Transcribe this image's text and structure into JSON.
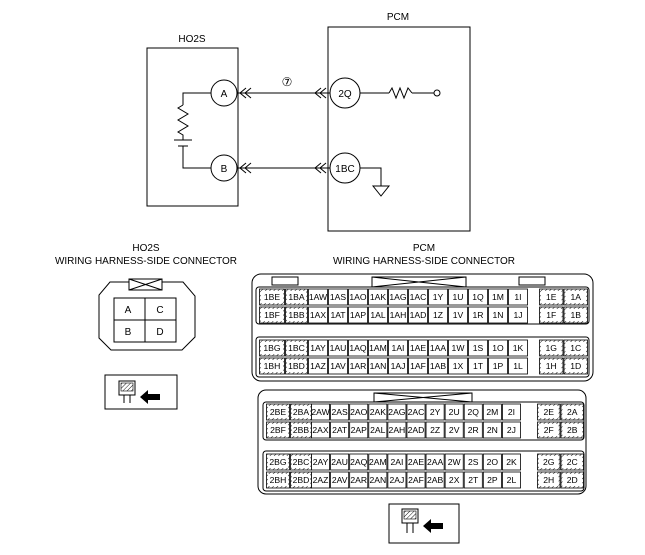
{
  "schematic": {
    "pcm_label": "PCM",
    "ho2s_label": "HO2S",
    "terminal_a": "A",
    "terminal_b": "B",
    "pcm_pin_top": "2Q",
    "pcm_pin_bottom": "1BC",
    "circuit_marker": "⑦"
  },
  "ho2s_connector": {
    "title_line1": "HO2S",
    "title_line2": "WIRING HARNESS-SIDE CONNECTOR",
    "cells": [
      "A",
      "C",
      "B",
      "D"
    ]
  },
  "pcm_connector": {
    "title_line1": "PCM",
    "title_line2": "WIRING HARNESS-SIDE CONNECTOR",
    "upper_rows": [
      [
        "1BE",
        "1BA",
        "1AW",
        "1AS",
        "1AO",
        "1AK",
        "1AG",
        "1AC",
        "1Y",
        "1U",
        "1Q",
        "1M",
        "1I",
        "1E",
        "1A"
      ],
      [
        "1BF",
        "1BB",
        "1AX",
        "1AT",
        "1AP",
        "1AL",
        "1AH",
        "1AD",
        "1Z",
        "1V",
        "1R",
        "1N",
        "1J",
        "1F",
        "1B"
      ],
      [
        "1BG",
        "1BC",
        "1AY",
        "1AU",
        "1AQ",
        "1AM",
        "1AI",
        "1AE",
        "1AA",
        "1W",
        "1S",
        "1O",
        "1K",
        "1G",
        "1C"
      ],
      [
        "1BH",
        "1BD",
        "1AZ",
        "1AV",
        "1AR",
        "1AN",
        "1AJ",
        "1AF",
        "1AB",
        "1X",
        "1T",
        "1P",
        "1L",
        "1H",
        "1D"
      ]
    ],
    "lower_rows": [
      [
        "2BE",
        "2BA",
        "2AW",
        "2AS",
        "2AO",
        "2AK",
        "2AG",
        "2AC",
        "2Y",
        "2U",
        "2Q",
        "2M",
        "2I",
        "2E",
        "2A"
      ],
      [
        "2BF",
        "2BB",
        "2AX",
        "2AT",
        "2AP",
        "2AL",
        "2AH",
        "2AD",
        "2Z",
        "2V",
        "2R",
        "2N",
        "2J",
        "2F",
        "2B"
      ],
      [
        "2BG",
        "2BC",
        "2AY",
        "2AU",
        "2AQ",
        "2AM",
        "2AI",
        "2AE",
        "2AA",
        "2W",
        "2S",
        "2O",
        "2K",
        "2G",
        "2C"
      ],
      [
        "2BH",
        "2BD",
        "2AZ",
        "2AV",
        "2AR",
        "2AN",
        "2AJ",
        "2AF",
        "2AB",
        "2X",
        "2T",
        "2P",
        "2L",
        "2H",
        "2D"
      ]
    ]
  }
}
